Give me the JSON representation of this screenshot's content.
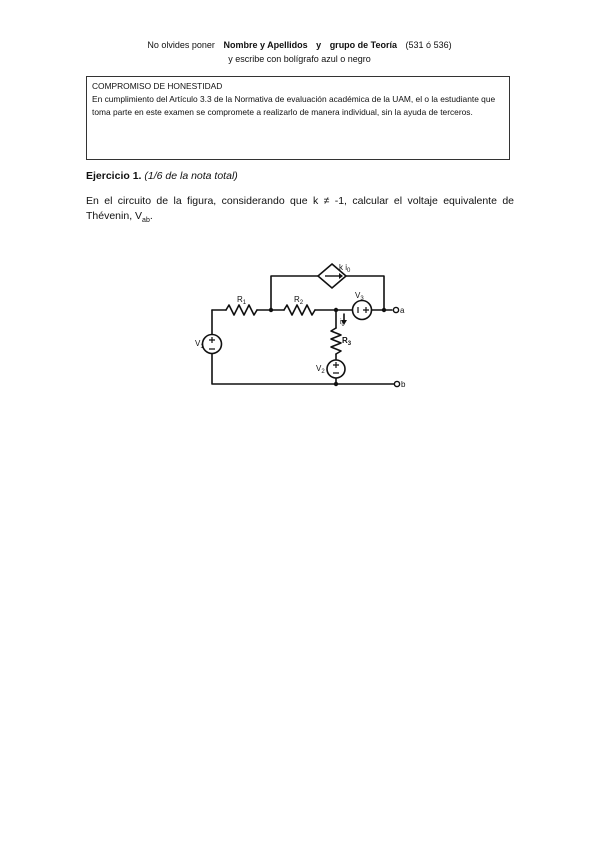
{
  "header": {
    "line1_a": "No olvides poner",
    "line1_b": "Nombre y Apellidos",
    "line1_c": "y",
    "line1_d": "grupo de Teoría",
    "line1_e": "(531 ó 536)",
    "line2": "y escribe con bolígrafo azul o negro"
  },
  "honesty": {
    "title": "COMPROMISO DE HONESTIDAD",
    "body": "En cumplimiento del Artículo 3.3 de la Normativa de evaluación académica de la UAM, el o la estudiante que toma parte en este examen se compromete a realizarlo de manera individual, sin la ayuda de terceros."
  },
  "exercise": {
    "title": "Ejercicio 1.",
    "weight": "(1/6 de la nota total)",
    "text_before": "En el circuito de la figura, considerando que k ≠ -1, calcular el voltaje equivalente de Thévenin, V",
    "text_sub": "ab",
    "text_after": "."
  },
  "circuit": {
    "r1": "R",
    "r1_sub": "1",
    "r2": "R",
    "r2_sub": "2",
    "r3": "R",
    "r3_sub": "3",
    "v1": "V",
    "v1_sub": "1",
    "v2": "V",
    "v2_sub": "2",
    "v3": "V",
    "v3_sub": "3",
    "dep_source": "k i",
    "dep_source_sub": "0",
    "current": "i",
    "current_sub": "0",
    "terminal_a": "a",
    "terminal_b": "b"
  }
}
